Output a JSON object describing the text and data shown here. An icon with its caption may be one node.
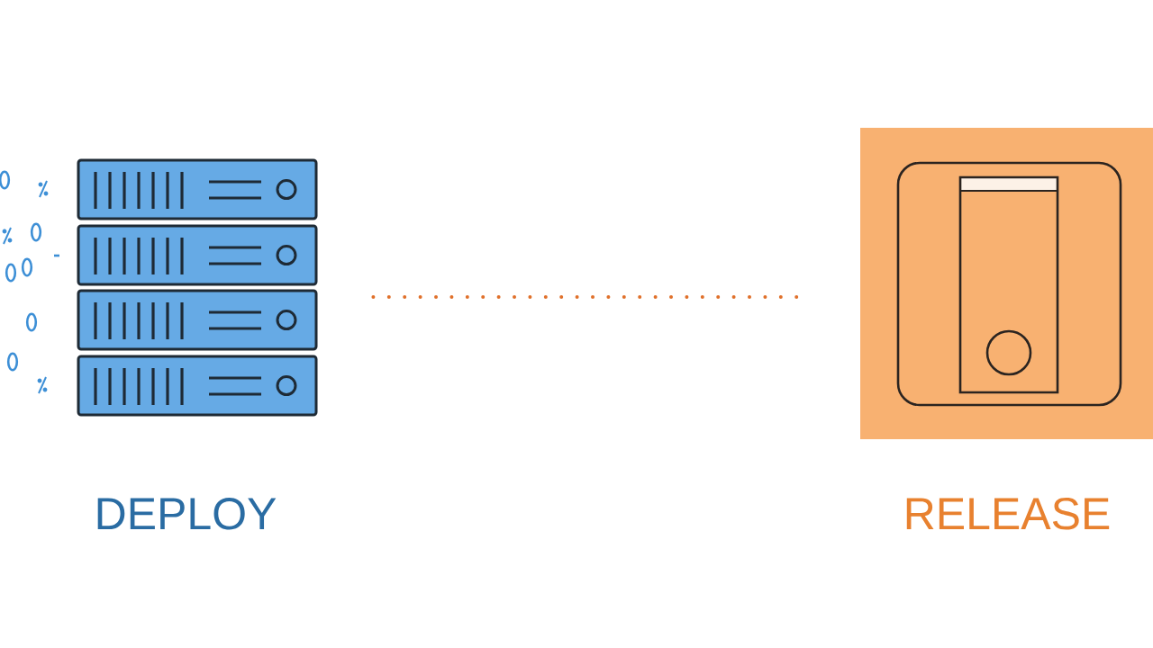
{
  "diagram": {
    "nodes": [
      {
        "text": [],
        "shape": "picture",
        "beside": [
          "DEPLOY"
        ]
      },
      {
        "text": [],
        "shape": "picture",
        "beside": [
          "RELEASE"
        ]
      }
    ],
    "edges": [
      {
        "from": 0,
        "to": 1,
        "arrow": "none",
        "color": "#e0702a"
      }
    ]
  }
}
